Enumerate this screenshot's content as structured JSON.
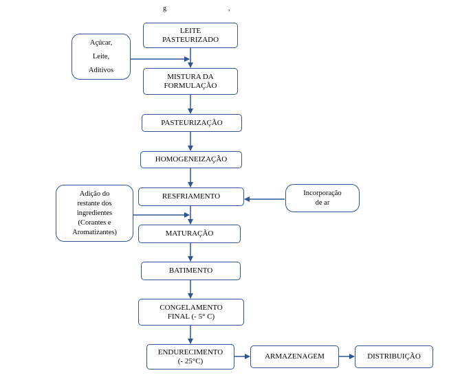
{
  "header": {
    "clipped_text": "g                                    ,"
  },
  "steps": [
    {
      "id": "leite",
      "lines": [
        "LEITE",
        "PASTEURIZADO"
      ]
    },
    {
      "id": "mistura",
      "lines": [
        "MISTURA DA",
        "FORMULAÇÃO"
      ]
    },
    {
      "id": "pasteurizacao",
      "lines": [
        "PASTEURIZAÇÃO"
      ]
    },
    {
      "id": "homogeneizacao",
      "lines": [
        "HOMOGENEIZAÇÃO"
      ]
    },
    {
      "id": "resfriamento",
      "lines": [
        "RESFRIAMENTO"
      ]
    },
    {
      "id": "maturacao",
      "lines": [
        "MATURAÇÃO"
      ]
    },
    {
      "id": "batimento",
      "lines": [
        "BATIMENTO"
      ]
    },
    {
      "id": "congelamento",
      "lines": [
        "CONGELAMENTO",
        "FINAL (- 5° C)"
      ]
    },
    {
      "id": "endurecimento",
      "lines": [
        "ENDURECIMENTO",
        "(- 25°C)"
      ]
    },
    {
      "id": "armazenagem",
      "lines": [
        "ARMAZENAGEM"
      ]
    },
    {
      "id": "distribuicao",
      "lines": [
        "DISTRIBUIÇÃO"
      ]
    }
  ],
  "inputs": [
    {
      "id": "acucar",
      "lines": [
        "Açúcar,",
        "Leite,",
        "Aditivos"
      ]
    },
    {
      "id": "adicao",
      "lines": [
        "Adição do",
        "restante dos",
        "ingredientes",
        "(Corantes e",
        "Aromatizantes)"
      ]
    },
    {
      "id": "incorporacao",
      "lines": [
        "Incorporação",
        "de ar"
      ]
    }
  ],
  "colors": {
    "border": "#2f5597",
    "arrow": "#2f5597",
    "text": "#000000"
  }
}
